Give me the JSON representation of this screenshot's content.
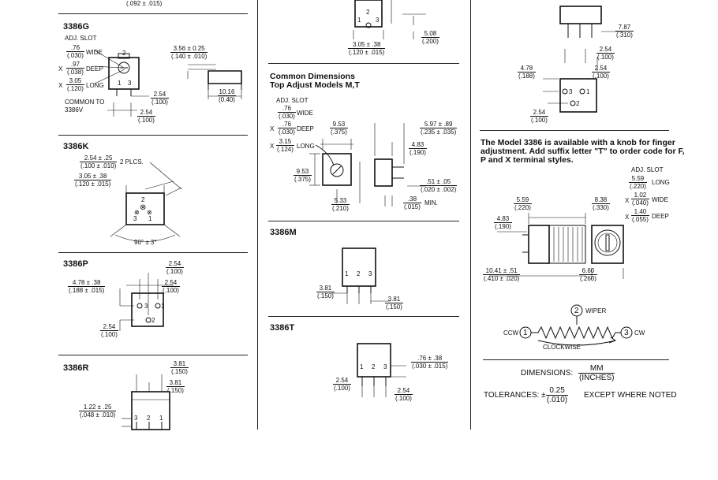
{
  "col1": {
    "top_dim": "(.092 ± .015)",
    "g": {
      "title": "3386G",
      "adj_slot": "ADJ. SLOT",
      "wide_n": ".76",
      "wide_d": "(.030)",
      "wide": "WIDE",
      "deep_x": "X",
      "deep_n": ".97",
      "deep_d": "(.038)",
      "deep": "DEEP",
      "long_x": "X",
      "long_n": "3.05",
      "long_d": "(.120)",
      "long": "LONG",
      "common": "COMMON TO",
      "common2": "3386V",
      "pin2": "2",
      "pin1": "1",
      "pin3": "3",
      "d1_n": "3.56 ± 0.25",
      "d1_d": "(.140 ± .010)",
      "d2_n": "10.16",
      "d2_d": "(0.40)",
      "d3_n": "2.54",
      "d3_d": "(.100)",
      "d4_n": "2.54",
      "d4_d": "(.100)"
    },
    "k": {
      "title": "3386K",
      "d1_n": "2.54 ± .25",
      "d1_d": "(.100 ± .010)",
      "plcs": "2 PLCS.",
      "d2_n": "3.05 ± .38",
      "d2_d": "(.120 ± .015)",
      "pin2": "2",
      "pin3": "3",
      "pin1": "1",
      "angle": "90° ± 3°"
    },
    "p": {
      "title": "3386P",
      "d1_n": "2.54",
      "d1_d": "(.100)",
      "d2_n": "4.78 ± .38",
      "d2_d": "(.188 ± .015)",
      "d3_n": "2.54",
      "d3_d": "(.100)",
      "d4_n": "2.54",
      "d4_d": "(.100)",
      "pin3": "3",
      "pin1": "1",
      "pin2": "2"
    },
    "r": {
      "title": "3386R",
      "d1_n": "3.81",
      "d1_d": "(.150)",
      "d2_n": "3.81",
      "d2_d": "(.150)",
      "d3_n": "1.22 ± .25",
      "d3_d": "(.048 ± .010)",
      "pin3": "3",
      "pin2": "2",
      "pin1": "1"
    }
  },
  "col2": {
    "top": {
      "pin2": "2",
      "pin1": "1",
      "pin3": "3",
      "d1_n": "3.05 ± .38",
      "d1_d": "(.120 ± .015)",
      "d2_n": "5.08",
      "d2_d": "(.200)"
    },
    "common": {
      "title1": "Common Dimensions",
      "title2": "Top Adjust Models M,T",
      "adj_slot": "ADJ. SLOT",
      "wide_n": ".76",
      "wide_d": "(.030)",
      "wide": "WIDE",
      "deep_x": "X",
      "deep_n": ".76",
      "deep_d": "(.030)",
      "deep": "DEEP",
      "long_x": "X",
      "long_n": "3.15",
      "long_d": "(.124)",
      "long": "LONG",
      "d1_n": "9.53",
      "d1_d": "(.375)",
      "d2_n": "5.97 ± .89",
      "d2_d": "(.235 ± .035)",
      "d3_n": "4.83",
      "d3_d": "(.190)",
      "d4_n": "9.53",
      "d4_d": "(.375)",
      "d5_n": ".51 ± .05",
      "d5_d": "(.020 ± .002)",
      "d6_n": "5.33",
      "d6_d": "(.210)",
      "d7_n": ".38",
      "d7_d": "(.015)",
      "min": "MIN."
    },
    "m": {
      "title": "3386M",
      "pin1": "1",
      "pin2": "2",
      "pin3": "3",
      "d1_n": "3.81",
      "d1_d": "(.150)",
      "d2_n": "3.81",
      "d2_d": "(.150)"
    },
    "t": {
      "title": "3386T",
      "pin1": "1",
      "pin2": "2",
      "pin3": "3",
      "d1_n": ".76 ± .38",
      "d1_d": "(.030 ± .015)",
      "d2_n": "2.54",
      "d2_d": "(.100)",
      "d3_n": "2.54",
      "d3_d": "(.100)"
    }
  },
  "col3": {
    "top": {
      "d1_n": "7.87",
      "d1_d": "(.310)",
      "d2_n": "2.54",
      "d2_d": "(.100)",
      "d3_n": "4.78",
      "d3_d": "(.188)",
      "d4_n": "2.54",
      "d4_d": "(.100)",
      "d5_n": "2.54",
      "d5_d": "(.100)",
      "pin3": "3",
      "pin1": "1",
      "pin2": "2"
    },
    "note": "The Model 3386 is available with a knob for finger adjustment. Add suffix letter \"T\" to order code for F, P and X terminal styles.",
    "knob": {
      "adj_slot": "ADJ. SLOT",
      "long_n": "5.59",
      "long_d": "(.220)",
      "long": "LONG",
      "wide_x": "X",
      "wide_n": "1.02",
      "wide_d": "(.040)",
      "wide": "WIDE",
      "deep_x": "X",
      "deep_n": "1.40",
      "deep_d": "(.055)",
      "deep": "DEEP",
      "d1_n": "5.59",
      "d1_d": "(.220)",
      "d2_n": "8.38",
      "d2_d": "(.330)",
      "d3_n": "4.83",
      "d3_d": "(.190)",
      "d4_n": "10.41 ± .51",
      "d4_d": "(.410 ± .020)",
      "d5_n": "6.60",
      "d5_d": "(.260)"
    },
    "schematic": {
      "wiper_num": "2",
      "wiper": "WIPER",
      "ccw": "CCW",
      "ccw_num": "1",
      "cw_num": "3",
      "cw": "CW",
      "clockwise": "CLOCKWISE"
    },
    "legend": {
      "dims_label": "DIMENSIONS:",
      "dims_n": "MM",
      "dims_d": "(INCHES)",
      "tol_label": "TOLERANCES: ±",
      "tol_n": "0.25",
      "tol_d": "(.010)",
      "tol_note": "EXCEPT WHERE NOTED"
    }
  }
}
